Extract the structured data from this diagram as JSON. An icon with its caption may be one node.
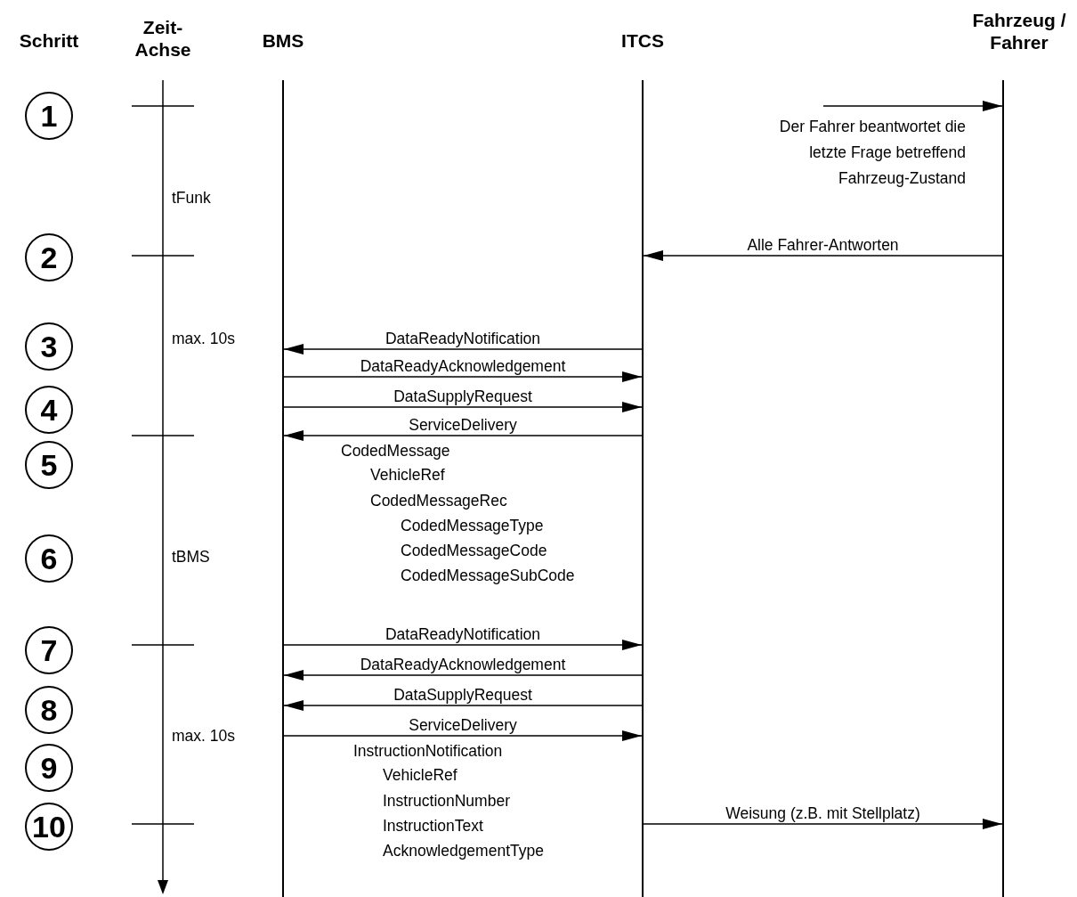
{
  "diagram": {
    "nodes": [
      {
        "text": [],
        "shape": "bar"
      },
      {
        "text": [],
        "shape": "bar"
      },
      {
        "text": [],
        "shape": "bar"
      },
      {
        "text": [
          "1"
        ]
      },
      {
        "text": [
          "2"
        ]
      },
      {
        "text": [
          "3"
        ]
      },
      {
        "text": [
          "4"
        ]
      },
      {
        "text": [
          "5"
        ]
      },
      {
        "text": [
          "6"
        ]
      },
      {
        "text": [
          "7"
        ]
      },
      {
        "text": [
          "8"
        ]
      },
      {
        "text": [
          "9"
        ]
      },
      {
        "text": [
          "10"
        ]
      }
    ],
    "edges": [
      {
        "from": null,
        "to": 2,
        "arrow": "to"
      },
      {
        "from": 2,
        "to": 1,
        "arrow": "to",
        "label": "Alle Fahrer-Antworten"
      },
      {
        "from": 1,
        "to": 0,
        "arrow": "to",
        "label": "DataReadyNotification"
      },
      {
        "from": 0,
        "to": 1,
        "arrow": "to",
        "label": "DataReadyAcknowledgement"
      },
      {
        "from": 0,
        "to": 1,
        "arrow": "to",
        "label": "DataSupplyRequest"
      },
      {
        "from": 1,
        "to": 0,
        "arrow": "to",
        "label": "ServiceDelivery"
      },
      {
        "from": 0,
        "to": 1,
        "arrow": "to",
        "label": "DataReadyNotification"
      },
      {
        "from": 1,
        "to": 0,
        "arrow": "to",
        "label": "DataReadyAcknowledgement"
      },
      {
        "from": 1,
        "to": 0,
        "arrow": "to",
        "label": "DataSupplyRequest"
      },
      {
        "from": 0,
        "to": 1,
        "arrow": "to",
        "label": "ServiceDelivery"
      },
      {
        "from": 1,
        "to": 2,
        "arrow": "to",
        "label": "Weisung (z.B. mit Stellplatz)"
      }
    ],
    "labels": [
      "Schritt",
      "Zeit- Achse",
      "BMS",
      "ITCS",
      "Fahrzeug / Fahrer",
      "Der Fahrer beantwortet die letzte Frage betreffend Fahrzeug-Zustand",
      "tFunk",
      "max. 10s",
      "CodedMessage",
      "VehicleRef",
      "CodedMessageRec",
      "CodedMessageType",
      "CodedMessageCode",
      "CodedMessageSubCode",
      "tBMS",
      "max. 10s",
      "InstructionNotification",
      "VehicleRef",
      "InstructionNumber",
      "InstructionText",
      "AcknowledgementType"
    ]
  }
}
